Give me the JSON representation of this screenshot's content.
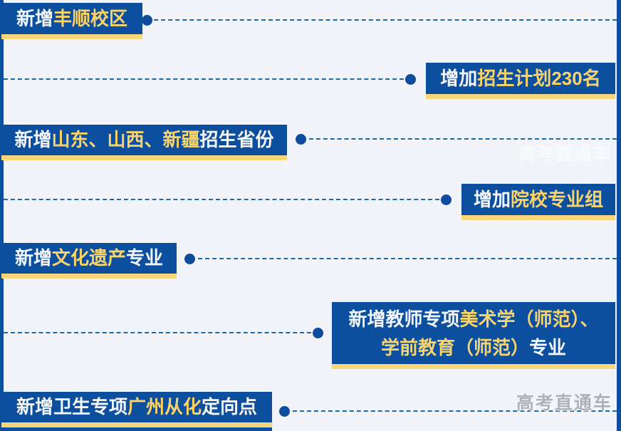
{
  "colors": {
    "box_blue": "#0d4f9f",
    "highlight_yellow": "#fbd469",
    "underline_yellow": "#f8d77c",
    "connector_blue": "#1a6aa8",
    "background": "#f2f4f9",
    "watermark_gray": "#aeb1b7"
  },
  "watermark": {
    "text": "高考直通车"
  },
  "items": [
    {
      "side": "left",
      "segments": [
        {
          "text": "新增",
          "style": "white"
        },
        {
          "text": "丰顺校区",
          "style": "yellow"
        }
      ]
    },
    {
      "side": "right",
      "segments": [
        {
          "text": "增加",
          "style": "white"
        },
        {
          "text": "招生计划230名",
          "style": "yellow"
        }
      ]
    },
    {
      "side": "left",
      "segments": [
        {
          "text": "新增",
          "style": "white"
        },
        {
          "text": "山东、山西、新疆",
          "style": "yellow"
        },
        {
          "text": "招生省份",
          "style": "white"
        }
      ]
    },
    {
      "side": "right",
      "segments": [
        {
          "text": "增加",
          "style": "white"
        },
        {
          "text": "院校专业组",
          "style": "yellow"
        }
      ]
    },
    {
      "side": "left",
      "segments": [
        {
          "text": "新增",
          "style": "white"
        },
        {
          "text": "文化遗产",
          "style": "yellow"
        },
        {
          "text": "专业",
          "style": "white"
        }
      ]
    },
    {
      "side": "right",
      "lines": [
        {
          "segments": [
            {
              "text": "新增教师专项",
              "style": "white"
            },
            {
              "text": "美术学（师范）、",
              "style": "yellow"
            }
          ]
        },
        {
          "segments": [
            {
              "text": "学前教育（师范）",
              "style": "yellow"
            },
            {
              "text": "专业",
              "style": "white"
            }
          ]
        }
      ]
    },
    {
      "side": "left",
      "segments": [
        {
          "text": "新增卫生专项",
          "style": "white"
        },
        {
          "text": "广州从化",
          "style": "yellow"
        },
        {
          "text": "定向点",
          "style": "white"
        }
      ]
    }
  ]
}
